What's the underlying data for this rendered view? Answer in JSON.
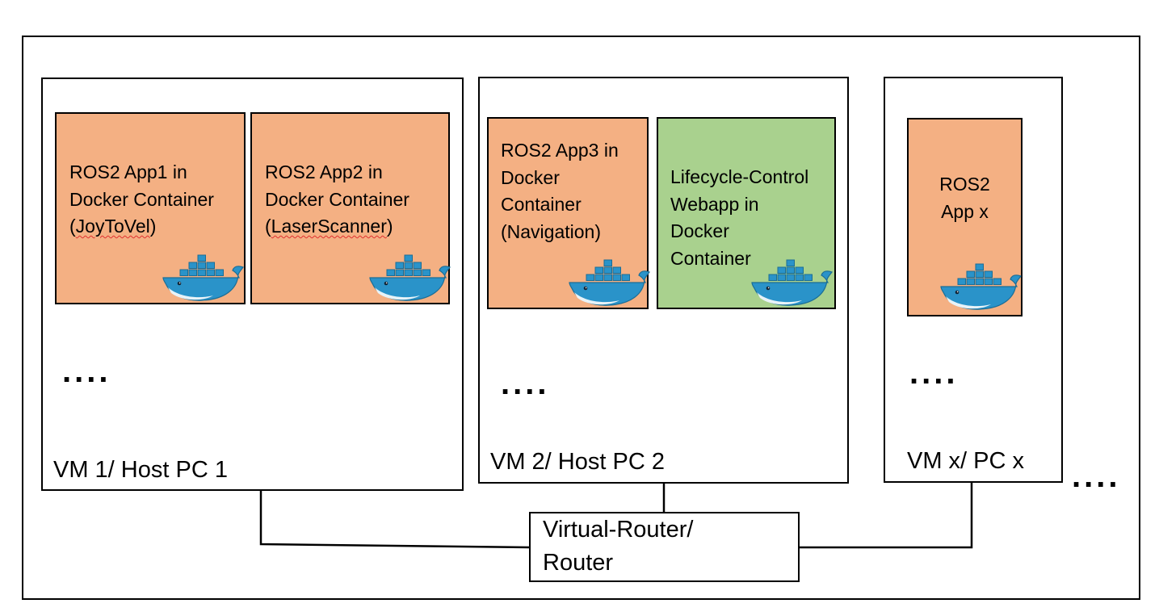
{
  "colors": {
    "app_fill": "#f4b083",
    "webapp_fill": "#a9d18e",
    "docker_blue": "#2a93c9",
    "docker_dark": "#1a6d96",
    "line": "#000000"
  },
  "vm1": {
    "label": "VM 1/ Host PC 1",
    "dots": "....",
    "apps": [
      {
        "text": "ROS2 App1 in\nDocker Container\n(",
        "spell": "JoyToVel",
        "after": ")",
        "icon": "docker-whale-icon"
      },
      {
        "text": "ROS2 App2 in\nDocker Container\n(",
        "spell": "LaserScanner",
        "after": ")",
        "icon": "docker-whale-icon"
      }
    ]
  },
  "vm2": {
    "label": "VM 2/ Host PC 2",
    "dots": "....",
    "apps": [
      {
        "text": "ROS2 App3 in\nDocker\nContainer\n(Navigation)",
        "icon": "docker-whale-icon"
      },
      {
        "text": "Lifecycle-Control\nWebapp in\nDocker\nContainer",
        "icon": "docker-whale-icon"
      }
    ]
  },
  "vmx": {
    "label": "VM x/ PC x",
    "dots": "....",
    "apps": [
      {
        "text": "ROS2\nApp x",
        "icon": "docker-whale-icon"
      }
    ]
  },
  "outer_dots": "....",
  "router": {
    "label": "Virtual-Router/\nRouter"
  }
}
